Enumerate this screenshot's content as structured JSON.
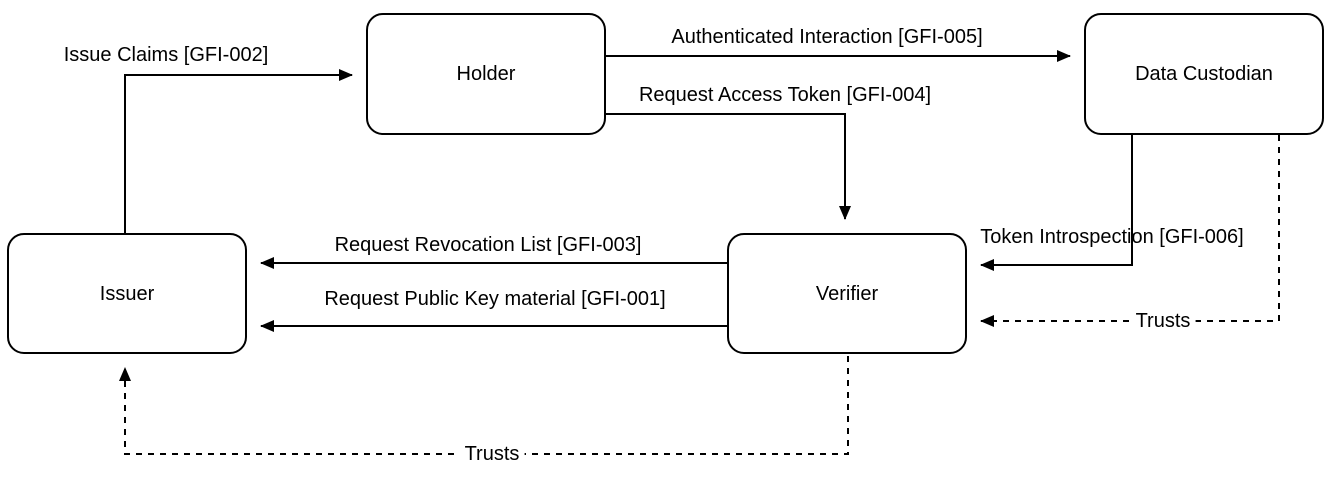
{
  "colors": {
    "stroke": "#000000",
    "text": "#000000",
    "node_fill": "#ffffff",
    "background": "#ffffff"
  },
  "diagram": {
    "nodes": [
      {
        "id": "holder",
        "label": "Holder"
      },
      {
        "id": "data-custodian",
        "label": "Data Custodian"
      },
      {
        "id": "issuer",
        "label": "Issuer"
      },
      {
        "id": "verifier",
        "label": "Verifier"
      }
    ],
    "edges": [
      {
        "id": "GFI-002",
        "label": "Issue Claims [GFI-002]",
        "from": "Issuer",
        "to": "Holder",
        "line_style": "solid"
      },
      {
        "id": "GFI-005",
        "label": "Authenticated Interaction [GFI-005]",
        "from": "Holder",
        "to": "Data Custodian",
        "line_style": "solid"
      },
      {
        "id": "GFI-004",
        "label": "Request Access Token [GFI-004]",
        "from": "Holder",
        "to": "Verifier",
        "line_style": "solid"
      },
      {
        "id": "GFI-003",
        "label": "Request Revocation List [GFI-003]",
        "from": "Verifier",
        "to": "Issuer",
        "line_style": "solid"
      },
      {
        "id": "GFI-001",
        "label": "Request Public Key material [GFI-001]",
        "from": "Verifier",
        "to": "Issuer",
        "line_style": "solid"
      },
      {
        "id": "GFI-006",
        "label": "Token Introspection [GFI-006]",
        "from": "Data Custodian",
        "to": "Verifier",
        "line_style": "solid"
      },
      {
        "id": "trust-dc-verifier",
        "label": "Trusts",
        "from": "Data Custodian",
        "to": "Verifier",
        "line_style": "dashed"
      },
      {
        "id": "trust-verifier-issuer",
        "label": "Trusts",
        "from": "Verifier",
        "to": "Issuer",
        "line_style": "dashed"
      }
    ]
  }
}
